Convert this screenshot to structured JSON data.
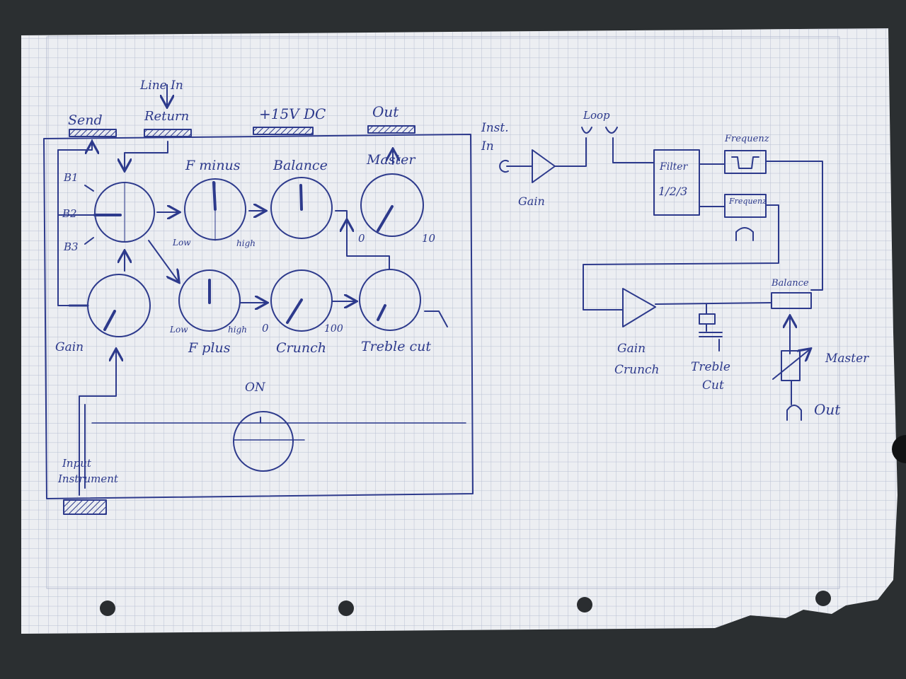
{
  "colors": {
    "paper": "#eceef2",
    "grid": "#b7bfd2",
    "ink": "#2d3a8c",
    "background": "#2b2f31"
  },
  "sketch": {
    "top_jacks": {
      "line_in": "Line In",
      "send": "Send",
      "return": "Return",
      "power": "+15V DC",
      "out": "Out"
    },
    "bass_channels": [
      "B1",
      "B2",
      "B3"
    ],
    "knobs": {
      "f_minus": {
        "label": "F minus",
        "low": "Low",
        "high": "high"
      },
      "balance": {
        "label": "Balance"
      },
      "master": {
        "label": "Master",
        "min": "0",
        "max": "10"
      },
      "gain": {
        "label": "Gain"
      },
      "f_plus": {
        "label": "F plus",
        "low": "Low",
        "high": "high"
      },
      "crunch": {
        "label": "Crunch",
        "min": "0",
        "max": "100"
      },
      "treble_cut": {
        "label": "Treble cut"
      }
    },
    "switch": {
      "label": "ON"
    },
    "input": {
      "line1": "Input",
      "line2": "Instrument"
    }
  },
  "schematic": {
    "inst_in": {
      "line1": "Inst.",
      "line2": "In"
    },
    "loop": "Loop",
    "gain": "Gain",
    "filter": {
      "title": "Filter",
      "positions": "1/2/3"
    },
    "freq_top": "Frequenz",
    "freq_bottom": "Frequenz",
    "gain_crunch": {
      "line1": "Gain",
      "line2": "Crunch"
    },
    "treble_cut": {
      "line1": "Treble",
      "line2": "Cut"
    },
    "balance": "Balance",
    "master": "Master",
    "out": "Out"
  }
}
